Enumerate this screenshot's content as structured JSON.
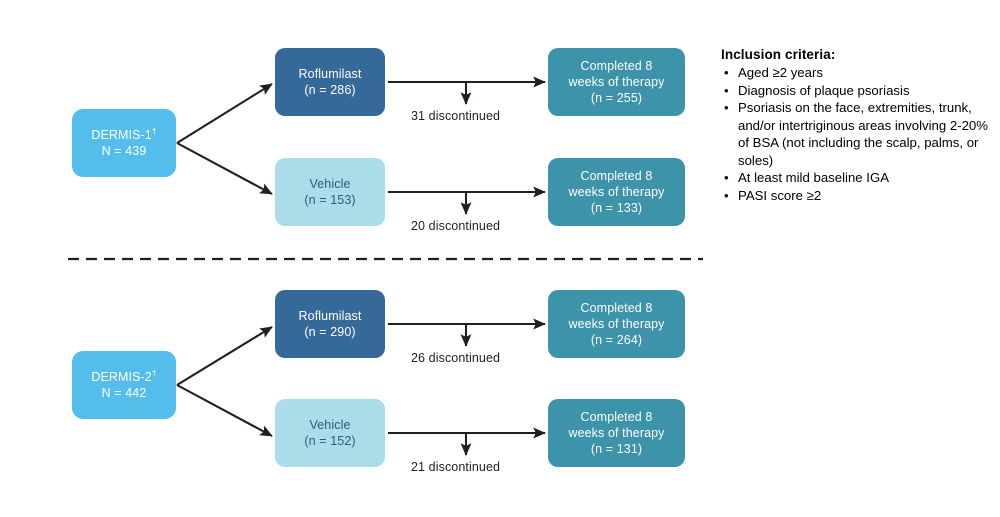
{
  "figure": {
    "type": "flowchart",
    "description": "CONSORT-style patient disposition flow diagram for two trials",
    "divider": {
      "style": "dashed",
      "color": "#231F20"
    }
  },
  "colors": {
    "study_box": "#54BDEB",
    "active_treatment_box": "#34699A",
    "vehicle_box": "#ABDCEA",
    "completed_box": "#3D93AA",
    "connector": "#231F20",
    "text_on_dark": "#FFFFFF",
    "text_on_light": "#2E5C73",
    "body_text": "#231F20"
  },
  "trials": [
    {
      "id": "dermis-1",
      "study": {
        "name": "DERMIS-1",
        "dagger": "†",
        "total": "N = 439"
      },
      "arms": [
        {
          "id": "roflumilast",
          "label": "Roflumilast",
          "count": "(n = 286)",
          "discontinued": "31 discontinued",
          "completed": {
            "line1": "Completed 8",
            "line2": "weeks of therapy",
            "count": "(n = 255)"
          }
        },
        {
          "id": "vehicle",
          "label": "Vehicle",
          "count": "(n = 153)",
          "discontinued": "20 discontinued",
          "completed": {
            "line1": "Completed 8",
            "line2": "weeks of therapy",
            "count": "(n = 133)"
          }
        }
      ]
    },
    {
      "id": "dermis-2",
      "study": {
        "name": "DERMIS-2",
        "dagger": "†",
        "total": "N = 442"
      },
      "arms": [
        {
          "id": "roflumilast",
          "label": "Roflumilast",
          "count": "(n = 290)",
          "discontinued": "26 discontinued",
          "completed": {
            "line1": "Completed 8",
            "line2": "weeks of therapy",
            "count": "(n = 264)"
          }
        },
        {
          "id": "vehicle",
          "label": "Vehicle",
          "count": "(n = 152)",
          "discontinued": "21 discontinued",
          "completed": {
            "line1": "Completed 8",
            "line2": "weeks of therapy",
            "count": "(n = 131)"
          }
        }
      ]
    }
  ],
  "criteria": {
    "title": "Inclusion criteria:",
    "bullet_glyph": "•",
    "items": [
      "Aged ≥2 years",
      "Diagnosis of plaque psoriasis",
      "Psoriasis on the face, extremities, trunk, and/or intertriginous areas involving 2-20% of BSA (not including the scalp, palms, or soles)",
      "At least mild baseline IGA",
      "PASI score ≥2"
    ]
  }
}
